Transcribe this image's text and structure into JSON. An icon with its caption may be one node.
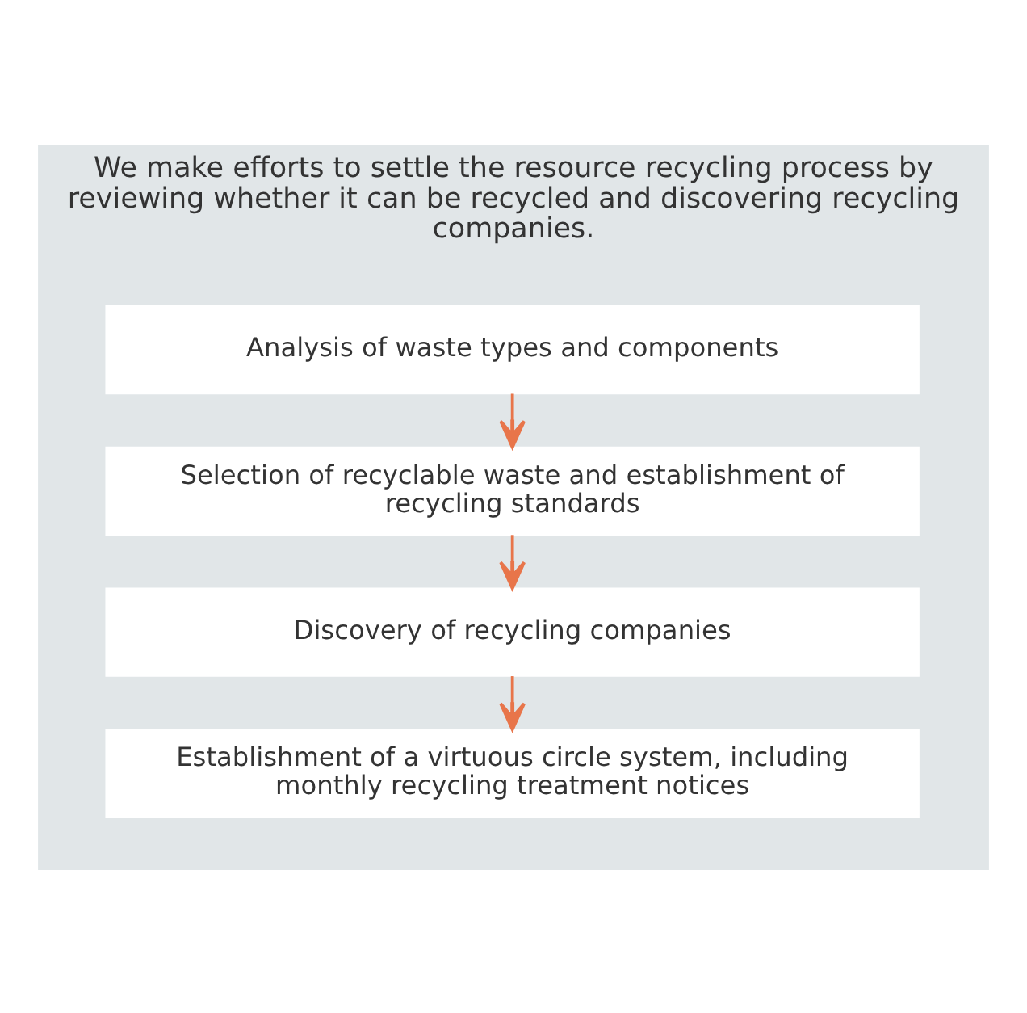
{
  "diagram": {
    "nodes": [
      {
        "text": [
          "We make efforts to settle the resource recycling process by reviewing whether it can be recycled and discovering recycling companies."
        ]
      },
      {
        "text": [
          "Analysis of waste types and components"
        ],
        "in": 0
      },
      {
        "text": [
          "Selection of recyclable waste and establishment of recycling standards"
        ],
        "in": 0
      },
      {
        "text": [
          "Discovery of recycling companies"
        ],
        "in": 0
      },
      {
        "text": [
          "Establishment of a virtuous circle system, including monthly recycling treatment notices"
        ],
        "in": 0
      }
    ],
    "edges": [
      {
        "from": 1,
        "to": 2,
        "arrow": "to"
      },
      {
        "from": 2,
        "to": 3,
        "arrow": "to"
      },
      {
        "from": 3,
        "to": 4,
        "arrow": "to"
      }
    ]
  }
}
